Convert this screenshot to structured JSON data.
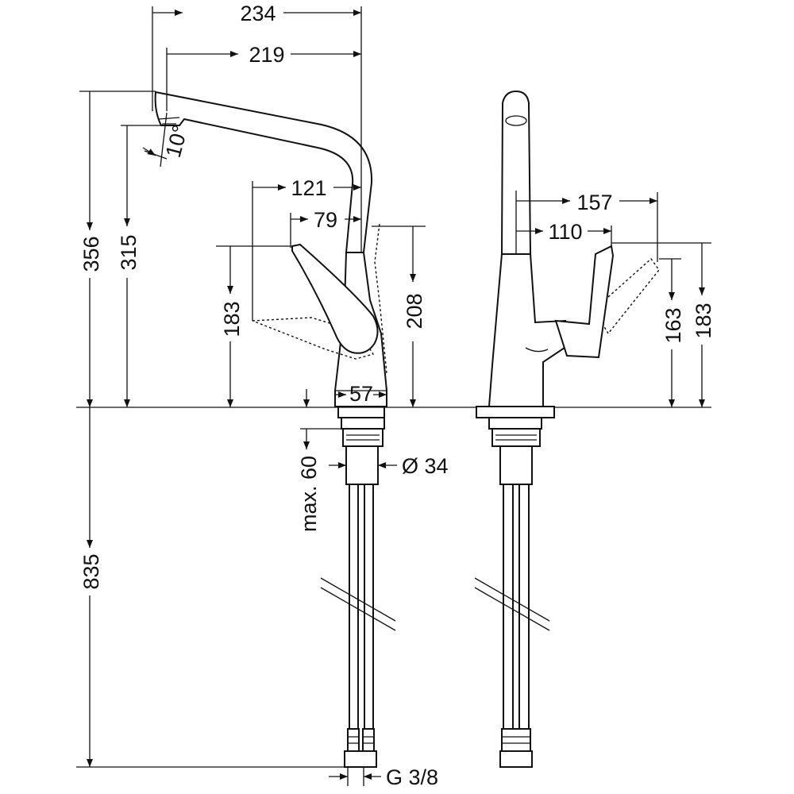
{
  "dimensions": {
    "d234": "234",
    "d219": "219",
    "d356": "356",
    "d315": "315",
    "angle": "10°",
    "d121": "121",
    "d79": "79",
    "d183_front": "183",
    "d208": "208",
    "d57": "57",
    "max60": "max. 60",
    "dia34": "Ø 34",
    "d835": "835",
    "thread": "G 3/8",
    "d157": "157",
    "d110": "110",
    "d163": "163",
    "d183_side": "183"
  },
  "colors": {
    "line": "#111111",
    "background": "#ffffff"
  }
}
